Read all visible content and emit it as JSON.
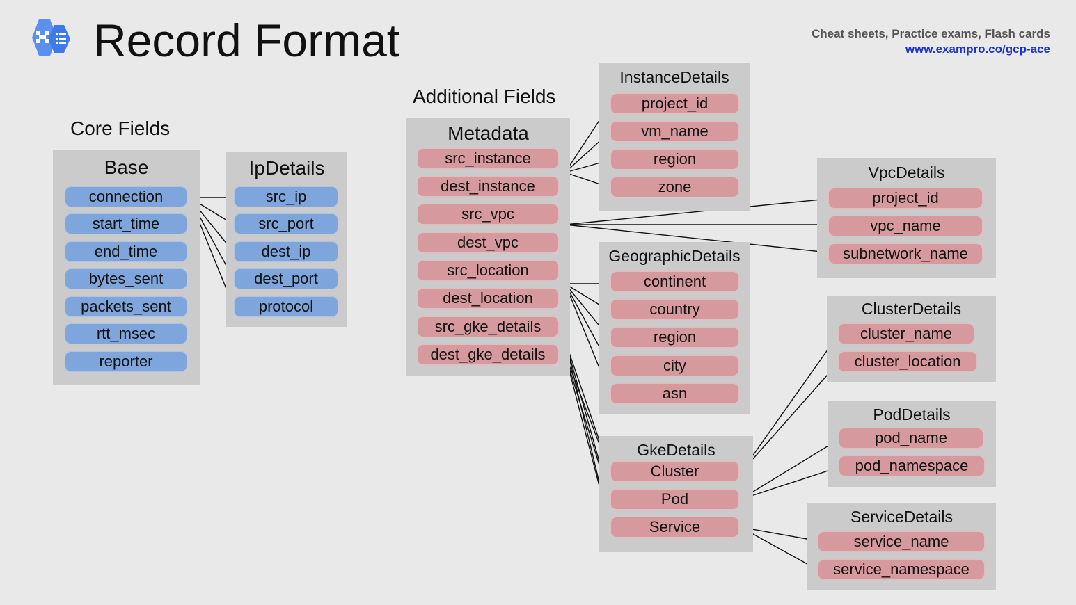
{
  "header": {
    "title": "Record Format",
    "promo_line1": "Cheat sheets, Practice exams, Flash cards",
    "promo_line2": "www.exampro.co/gcp-ace"
  },
  "colors": {
    "core_field": "#7ea5dc",
    "additional_field": "#d6999d",
    "panel": "#cbcbcb",
    "link": "#1a33cc"
  },
  "sections": {
    "core": "Core Fields",
    "additional": "Additional Fields"
  },
  "base": {
    "title": "Base",
    "fields": [
      "connection",
      "start_time",
      "end_time",
      "bytes_sent",
      "packets_sent",
      "rtt_msec",
      "reporter"
    ]
  },
  "ip_details": {
    "title": "IpDetails",
    "fields": [
      "src_ip",
      "src_port",
      "dest_ip",
      "dest_port",
      "protocol"
    ]
  },
  "metadata": {
    "title": "Metadata",
    "fields": [
      "src_instance",
      "dest_instance",
      "src_vpc",
      "dest_vpc",
      "src_location",
      "dest_location",
      "src_gke_details",
      "dest_gke_details"
    ]
  },
  "instance_details": {
    "title": "InstanceDetails",
    "fields": [
      "project_id",
      "vm_name",
      "region",
      "zone"
    ]
  },
  "geographic_details": {
    "title": "GeographicDetails",
    "fields": [
      "continent",
      "country",
      "region",
      "city",
      "asn"
    ]
  },
  "gke_details": {
    "title": "GkeDetails",
    "fields": [
      "Cluster",
      "Pod",
      "Service"
    ]
  },
  "vpc_details": {
    "title": "VpcDetails",
    "fields": [
      "project_id",
      "vpc_name",
      "subnetwork_name"
    ]
  },
  "cluster_details": {
    "title": "ClusterDetails",
    "fields": [
      "cluster_name",
      "cluster_location"
    ]
  },
  "pod_details": {
    "title": "PodDetails",
    "fields": [
      "pod_name",
      "pod_namespace"
    ]
  },
  "service_details": {
    "title": "ServiceDetails",
    "fields": [
      "service_name",
      "service_namespace"
    ]
  }
}
